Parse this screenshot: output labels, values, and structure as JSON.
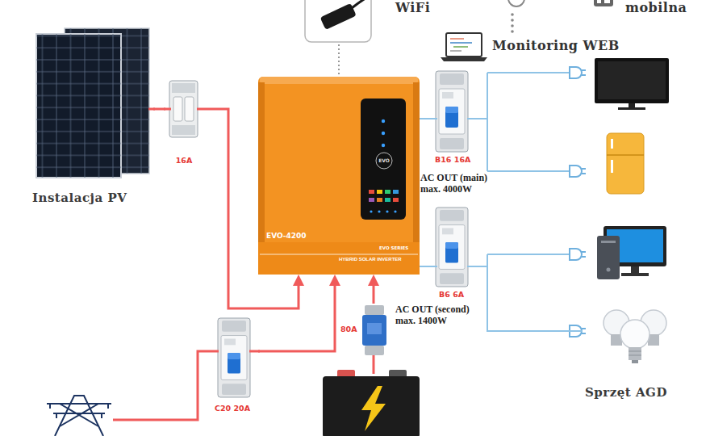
{
  "diagram": {
    "nodes": [
      {
        "text": [
          "Instalacja PV"
        ]
      },
      {
        "text": [
          "16A"
        ]
      },
      {
        "text": [
          "EVO",
          "EVO-4200",
          "EVO SERIES",
          "HYBRID SOLAR INVERTER"
        ]
      },
      {
        "text": [
          "B16 16A"
        ]
      },
      {
        "text": [
          "B6 6A"
        ]
      },
      {
        "text": [
          "80A"
        ]
      },
      {
        "text": [
          "C20 20A"
        ]
      },
      {
        "text": [
          "Sprzęt AGD"
        ]
      }
    ],
    "edges": [
      {
        "from": 0,
        "to": 1,
        "arrow": "none"
      },
      {
        "from": 1,
        "to": 2,
        "arrow": "to"
      },
      {
        "from": 2,
        "to": 3,
        "arrow": "none"
      },
      {
        "from": 2,
        "to": 4,
        "arrow": "none"
      },
      {
        "from": 5,
        "to": 2,
        "arrow": "to"
      },
      {
        "from": 6,
        "to": 2,
        "arrow": "to"
      },
      {
        "from": 4,
        "to": 7,
        "arrow": "none"
      }
    ],
    "labels": [
      "WiFi",
      "mobilna",
      "Monitoring WEB",
      "AC OUT (main) max. 4000W",
      "AC OUT (second) max. 1400W"
    ]
  }
}
